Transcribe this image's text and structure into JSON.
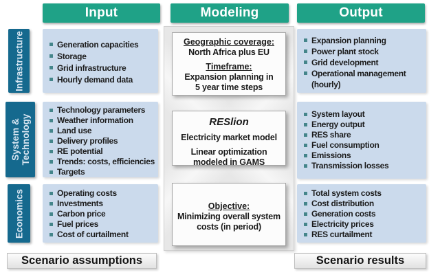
{
  "diagram": {
    "headers": {
      "input": "Input",
      "modeling": "Modeling",
      "output": "Output"
    },
    "row_labels": [
      {
        "lines": [
          "Infrastructure"
        ]
      },
      {
        "lines": [
          "System &",
          "Technology"
        ]
      },
      {
        "lines": [
          "Economics"
        ]
      }
    ],
    "input_rows": [
      {
        "items": [
          "Generation capacities",
          "Storage",
          "Grid infrastructure",
          "Hourly demand data"
        ]
      },
      {
        "items": [
          "Technology parameters",
          "Weather information",
          "Land use",
          "Delivery profiles",
          "RE potential",
          "Trends: costs, efficiencies",
          "Targets"
        ]
      },
      {
        "items": [
          "Operating costs",
          "Investments",
          "Carbon price",
          "Fuel prices",
          "Cost of curtailment"
        ]
      }
    ],
    "modeling_boxes": {
      "scope": {
        "heading1": "Geographic coverage:",
        "text1": "North Africa plus EU",
        "heading2": "Timeframe:",
        "text2": "Expansion planning in\n5 year time steps"
      },
      "core": {
        "title": "RESlion",
        "line1": "Electricity market model",
        "line2": "Linear optimization\nmodeled in GAMS"
      },
      "objective": {
        "heading": "Objective:",
        "text": "Minimizing overall system\ncosts (in period)"
      }
    },
    "output_rows": [
      {
        "items": [
          "Expansion planning",
          "Power plant stock",
          "Grid development",
          "Operational management\n(hourly)"
        ]
      },
      {
        "items": [
          "System layout",
          "Energy output",
          "RES share",
          "Fuel consumption",
          "Emissions",
          "Transmission losses"
        ]
      },
      {
        "items": [
          "Total system costs",
          "Cost distribution",
          "Generation costs",
          "Electricity prices",
          "RES curtailment"
        ]
      }
    ],
    "footer": {
      "assumptions": "Scenario assumptions",
      "results": "Scenario results"
    },
    "colors": {
      "header_teal": "#1FA287",
      "label_blue": "#15698E",
      "box_blue": "#CBDAEC",
      "panel_gray": "#E7E7E7",
      "bullet": "#44858A"
    }
  }
}
